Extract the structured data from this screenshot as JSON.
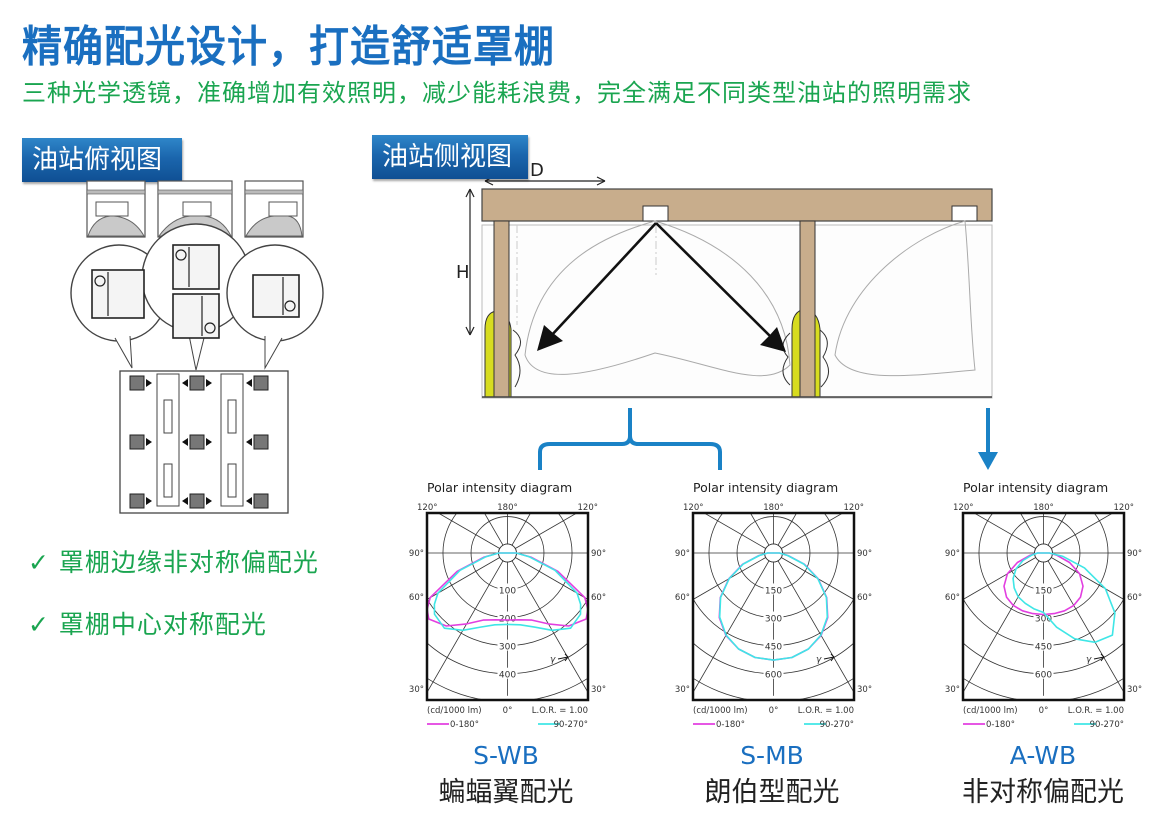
{
  "header": {
    "title": "精确配光设计，打造舒适罩棚",
    "subtitle": "三种光学透镜，准确增加有效照明，减少能耗浪费，完全满足不同类型油站的照明需求"
  },
  "top_view": {
    "badge": "油站俯视图"
  },
  "side_view": {
    "badge": "油站侧视图",
    "dim_d": "D",
    "dim_h": "H"
  },
  "features": [
    {
      "icon": "checkmark-icon",
      "mark": "✓",
      "text": "罩棚边缘非对称偏配光"
    },
    {
      "icon": "checkmark-icon",
      "mark": "✓",
      "text": "罩棚中心对称配光"
    }
  ],
  "colors": {
    "title": "#1a6fc0",
    "accent_green": "#1aa550",
    "canopy": "#c8ad8c",
    "pillar_guard": "#d7dc1f",
    "curve_0_180": "#e23fe0",
    "curve_90_270": "#3fe6e6",
    "connector": "#1a82c6"
  },
  "chart_data": [
    {
      "type": "polar",
      "title": "Polar intensity diagram",
      "code": "S-WB",
      "name": "蝙蝠翼配光",
      "angle_labels": {
        "top_left": "120°",
        "top_center": "180°",
        "top_right": "120°",
        "mid_left": "90°",
        "mid_right": "90°",
        "low_left": "60°",
        "low_right": "60°",
        "bottom_left": "30°",
        "bottom_right": "30°",
        "bottom_center": "0°"
      },
      "radial_ticks": [
        100,
        200,
        300,
        400,
        500
      ],
      "radial_max": 500,
      "unit": "(cd/1000 lm)",
      "lor": "L.O.R. = 1.00",
      "gamma_label": "γ",
      "legend": [
        {
          "name": "0-180°",
          "color": "#e23fe0"
        },
        {
          "name": "90-270°",
          "color": "#3fe6e6"
        }
      ],
      "series": [
        {
          "name": "0-180°",
          "gamma_deg": [
            0,
            10,
            20,
            30,
            40,
            50,
            55,
            60,
            70,
            80,
            90
          ],
          "intensity": [
            225,
            228,
            240,
            275,
            320,
            345,
            330,
            300,
            180,
            80,
            30
          ]
        },
        {
          "name": "90-270°",
          "gamma_deg": [
            0,
            10,
            20,
            30,
            40,
            50,
            55,
            60,
            70,
            80,
            90
          ],
          "intensity": [
            240,
            245,
            265,
            300,
            330,
            320,
            300,
            270,
            170,
            75,
            30
          ]
        }
      ]
    },
    {
      "type": "polar",
      "title": "Polar intensity diagram",
      "code": "S-MB",
      "name": "朗伯型配光",
      "angle_labels": {
        "top_left": "120°",
        "top_center": "180°",
        "top_right": "120°",
        "mid_left": "90°",
        "mid_right": "90°",
        "low_left": "60°",
        "low_right": "60°",
        "bottom_left": "30°",
        "bottom_right": "30°",
        "bottom_center": "0°"
      },
      "radial_ticks": [
        150,
        300,
        450,
        600,
        750
      ],
      "radial_max": 750,
      "unit": "(cd/1000 lm)",
      "lor": "L.O.R. = 1.00",
      "gamma_label": "γ",
      "legend": [
        {
          "name": "0-180°",
          "color": "#e23fe0"
        },
        {
          "name": "90-270°",
          "color": "#3fe6e6"
        }
      ],
      "series": [
        {
          "name": "0-180°",
          "gamma_deg": [
            0,
            10,
            20,
            30,
            40,
            50,
            60,
            70,
            80,
            90
          ],
          "intensity": [
            540,
            535,
            515,
            480,
            425,
            350,
            260,
            165,
            75,
            30
          ]
        },
        {
          "name": "90-270°",
          "gamma_deg": [
            0,
            10,
            20,
            30,
            40,
            50,
            60,
            70,
            80,
            90
          ],
          "intensity": [
            540,
            535,
            515,
            478,
            422,
            348,
            258,
            162,
            72,
            30
          ]
        }
      ]
    },
    {
      "type": "polar",
      "title": "Polar intensity diagram",
      "code": "A-WB",
      "name": "非对称偏配光",
      "angle_labels": {
        "top_left": "120°",
        "top_center": "180°",
        "top_right": "120°",
        "mid_left": "90°",
        "mid_right": "90°",
        "low_left": "60°",
        "low_right": "60°",
        "bottom_left": "30°",
        "bottom_right": "30°",
        "bottom_center": "0°"
      },
      "radial_ticks": [
        150,
        300,
        450,
        600,
        750
      ],
      "radial_max": 750,
      "unit": "(cd/1000 lm)",
      "lor": "L.O.R. = 1.00",
      "gamma_label": "γ",
      "legend": [
        {
          "name": "0-180°",
          "color": "#e23fe0"
        },
        {
          "name": "90-270°",
          "color": "#3fe6e6"
        }
      ],
      "series": [
        {
          "name": "0-180°",
          "gamma_deg": [
            -90,
            -80,
            -70,
            -60,
            -50,
            -40,
            -30,
            -20,
            -10,
            0,
            10,
            20,
            30,
            40,
            50,
            60,
            70,
            80,
            90
          ],
          "intensity": [
            30,
            70,
            140,
            210,
            260,
            290,
            305,
            310,
            310,
            310,
            310,
            310,
            305,
            290,
            260,
            210,
            140,
            70,
            30
          ]
        },
        {
          "name": "90-270°",
          "gamma_deg": [
            -90,
            -80,
            -70,
            -60,
            -50,
            -40,
            -30,
            -20,
            -10,
            0,
            10,
            20,
            30,
            40,
            50,
            60,
            70,
            80,
            90
          ],
          "intensity": [
            30,
            60,
            110,
            160,
            200,
            230,
            255,
            270,
            285,
            300,
            380,
            460,
            520,
            540,
            470,
            360,
            220,
            100,
            30
          ]
        }
      ]
    }
  ]
}
